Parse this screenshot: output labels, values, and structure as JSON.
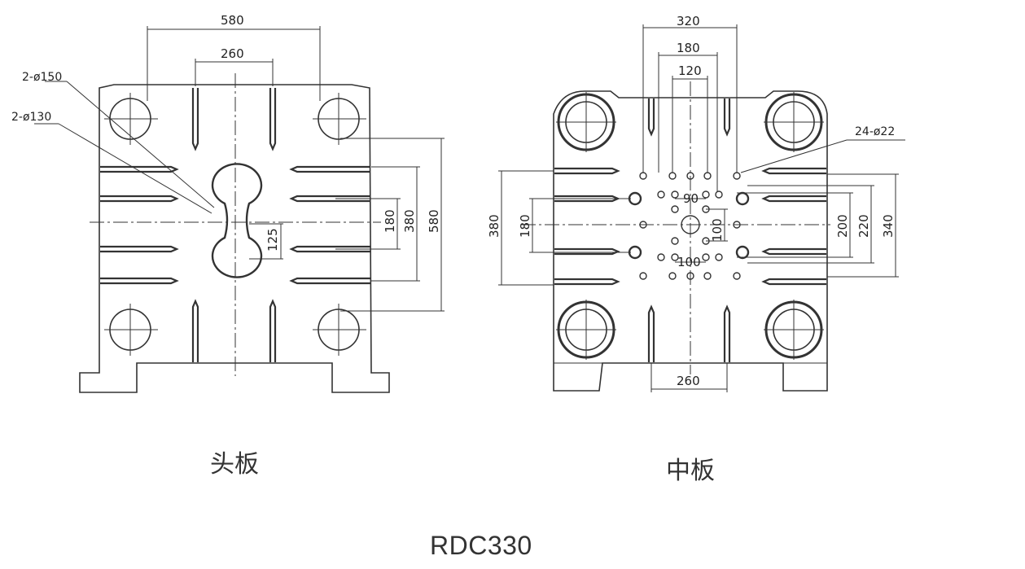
{
  "head_plate": {
    "caption": "头板",
    "dims": {
      "width_580": "580",
      "width_260": "260",
      "hole_150": "2-ø150",
      "hole_130": "2-ø130",
      "v_125": "125",
      "v_180": "180",
      "v_380": "380",
      "v_580": "580"
    }
  },
  "middle_plate": {
    "caption": "中板",
    "dims": {
      "w_320": "320",
      "w_180": "180",
      "w_120": "120",
      "holes_22": "24-ø22",
      "d_90": "90",
      "d_100v": "100",
      "d_100h": "100",
      "v_380": "380",
      "v_180": "180",
      "v_200": "200",
      "v_220": "220",
      "v_340": "340",
      "w_260": "260"
    }
  },
  "model": "RDC330"
}
